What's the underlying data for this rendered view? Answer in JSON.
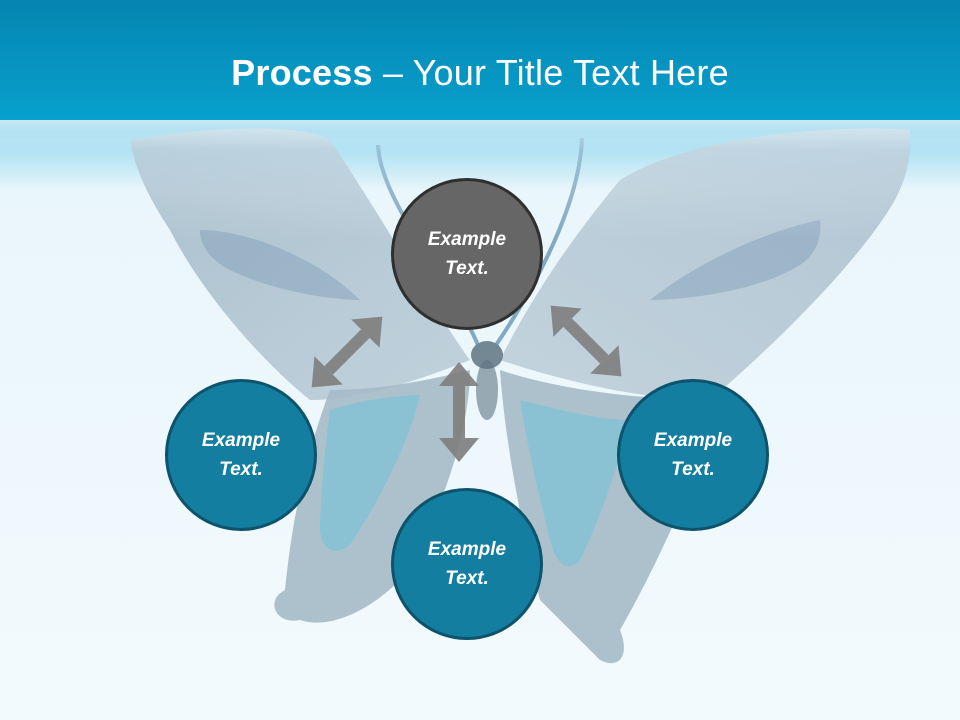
{
  "slide": {
    "title_bold": "Process",
    "title_rest": " – Your Title Text Here"
  },
  "nodes": {
    "top": "Example\nText.",
    "left": "Example\nText.",
    "right": "Example\nText.",
    "bottom": "Example\nText."
  },
  "colors": {
    "header": "#0a9ccb",
    "center_node": "#666666",
    "outer_node": "#137ea0",
    "arrow": "#7f7f7f"
  }
}
